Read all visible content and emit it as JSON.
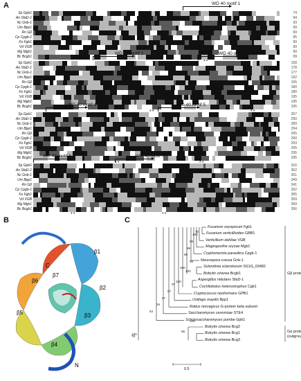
{
  "panels": {
    "a": "A",
    "b": "B",
    "c": "C"
  },
  "alignment": {
    "species": [
      "Sp Gpb1",
      "An SfaD-1",
      "Nc Gnb-1",
      "Um Bpp1",
      "Rn Gβ",
      "Cp Cpgb-1",
      "Fo Fgb1",
      "Vd VGB",
      "Mg Mgb1",
      "Bc Bcgb1"
    ],
    "blocks": [
      {
        "numbers": [
          "74",
          "94",
          "93",
          "99",
          "69",
          "95",
          "99",
          "99",
          "99",
          "99"
        ]
      },
      {
        "numbers": [
          "158",
          "178",
          "177",
          "192",
          "155",
          "180",
          "180",
          "195",
          "195",
          "195"
        ]
      },
      {
        "numbers": [
          "257",
          "290",
          "289",
          "294",
          "265",
          "290",
          "293",
          "295",
          "295",
          "295"
        ]
      },
      {
        "numbers": [
          "316",
          "352",
          "351",
          "349",
          "341",
          "352",
          "355",
          "359",
          "359",
          "356"
        ]
      }
    ],
    "motifs": [
      "WD 40 motif 1",
      "WD 40 motif 2",
      "WD 40 motif 3",
      "WD 40 motif 4",
      "WD 40 motif 5",
      "WD 40 motif 6",
      "WD 40 motif 7"
    ],
    "stars": "**"
  },
  "structure": {
    "labels": [
      "β1",
      "β2",
      "β3",
      "β4",
      "β5",
      "β6",
      "β7",
      "C",
      "N"
    ]
  },
  "tree": {
    "taxa": [
      {
        "genus": "Fusarium oxysporum",
        "gene": "Fgb1"
      },
      {
        "genus": "Fusarium verticillioides",
        "gene": "GBB1"
      },
      {
        "genus": "Verticillium dahliae",
        "gene": "VGB"
      },
      {
        "genus": "Magnaporthe oryzae",
        "gene": "Mgb1"
      },
      {
        "genus": "Cryphonectria parasitica",
        "gene": "Cpgb-1"
      },
      {
        "genus": "Neurospora crassa",
        "gene": "Gnb-1"
      },
      {
        "genus": "Sclerotinia sclerotiorum",
        "gene": "SS1G_03482"
      },
      {
        "genus": "Botrytis cinerea",
        "gene": "Bcgb1"
      },
      {
        "genus": "Aspergillus nidulans",
        "gene": "SfaD-1"
      },
      {
        "genus": "Cochliobolus heterostrophus",
        "gene": "Cgb1"
      },
      {
        "genus": "Cryptococcus neoformans",
        "gene": "GPB1"
      },
      {
        "genus": "Ustilago maydis",
        "gene": "Bpp1"
      },
      {
        "genus": "Rattus norvegicus",
        "gene": "G-protein beta subunit"
      },
      {
        "genus": "Saccharomyces cerevisiae",
        "gene": "STE4"
      },
      {
        "genus": "Schizosaccharomyces pombe",
        "gene": "Gpb1"
      },
      {
        "genus": "Botrytis cinerea",
        "gene": "Bcg2"
      },
      {
        "genus": "Botrytis cinerea",
        "gene": "Bcg1"
      },
      {
        "genus": "Botrytis cinerea",
        "gene": "Bcg3"
      }
    ],
    "bootstrap": [
      "70",
      "100",
      "96",
      "99",
      "90",
      "99",
      "100",
      "100",
      "100",
      "97",
      "87",
      "67",
      "34",
      "54",
      "100",
      "65",
      "100",
      "79"
    ],
    "groups": {
      "gbeta": "Gβ protein",
      "galpha": "Gα protein",
      "galpha_sub": "(outgroup)"
    },
    "scale": "0.5"
  },
  "colors": {
    "black": "#111111",
    "dark": "#5a5a5a",
    "light": "#b8b8b8",
    "white": "#ffffff"
  }
}
